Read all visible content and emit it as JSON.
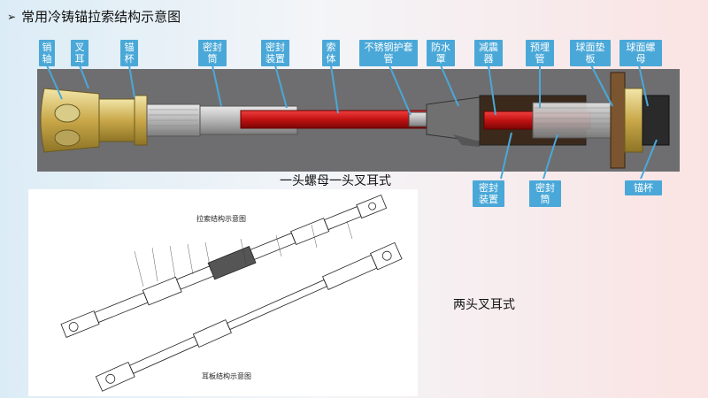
{
  "title": "常用冷铸锚拉索结构示意图",
  "captions": {
    "top": "一头螺母一头叉耳式",
    "right": "两头叉耳式"
  },
  "callouts_top": [
    "销轴",
    "叉耳",
    "锚杯",
    "密封筒",
    "密封装置",
    "索体",
    "不锈钢护套管",
    "防水罩",
    "减震器",
    "预埋管",
    "球面垫板",
    "球面螺母"
  ],
  "callouts_bottom": [
    "密封装置",
    "密封筒",
    "锚杯"
  ],
  "drawing": {
    "title_top": "拉索结构示意图",
    "title_bottom": "耳板结构示意图"
  },
  "colors": {
    "callout": "#4aa8d8",
    "cable": "#d01818",
    "panel": "#6e6e70"
  }
}
